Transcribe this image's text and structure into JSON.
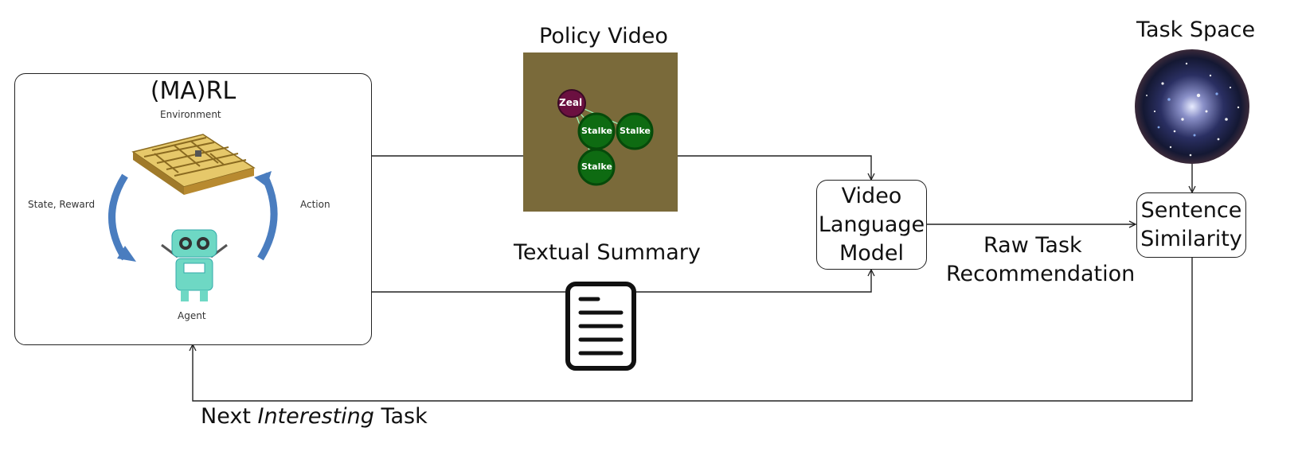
{
  "marl": {
    "title": "(MA)RL",
    "environment_label": "Environment",
    "state_reward_label": "State, Reward",
    "action_label": "Action",
    "agent_label": "Agent"
  },
  "policy_video": {
    "title": "Policy Video",
    "units": [
      "Zeal",
      "Stalke",
      "Stalke",
      "Stalke"
    ]
  },
  "textual_summary": {
    "title": "Textual Summary"
  },
  "vlm": {
    "line1": "Video",
    "line2": "Language",
    "line3": "Model"
  },
  "raw_task": {
    "line1": "Raw Task",
    "line2": "Recommendation"
  },
  "task_space": {
    "title": "Task Space"
  },
  "similarity": {
    "line1": "Sentence",
    "line2": "Similarity"
  },
  "next_task": {
    "prefix": "Next ",
    "emphasis": "Interesting",
    "suffix": " Task"
  },
  "colors": {
    "video_bg": "#7a6a3a",
    "zeal": "#6b1040",
    "stalker": "#0e6b12",
    "robot": "#6ed8c4",
    "arrow_blue": "#4a7dbf",
    "maze": "#c9a64a"
  }
}
